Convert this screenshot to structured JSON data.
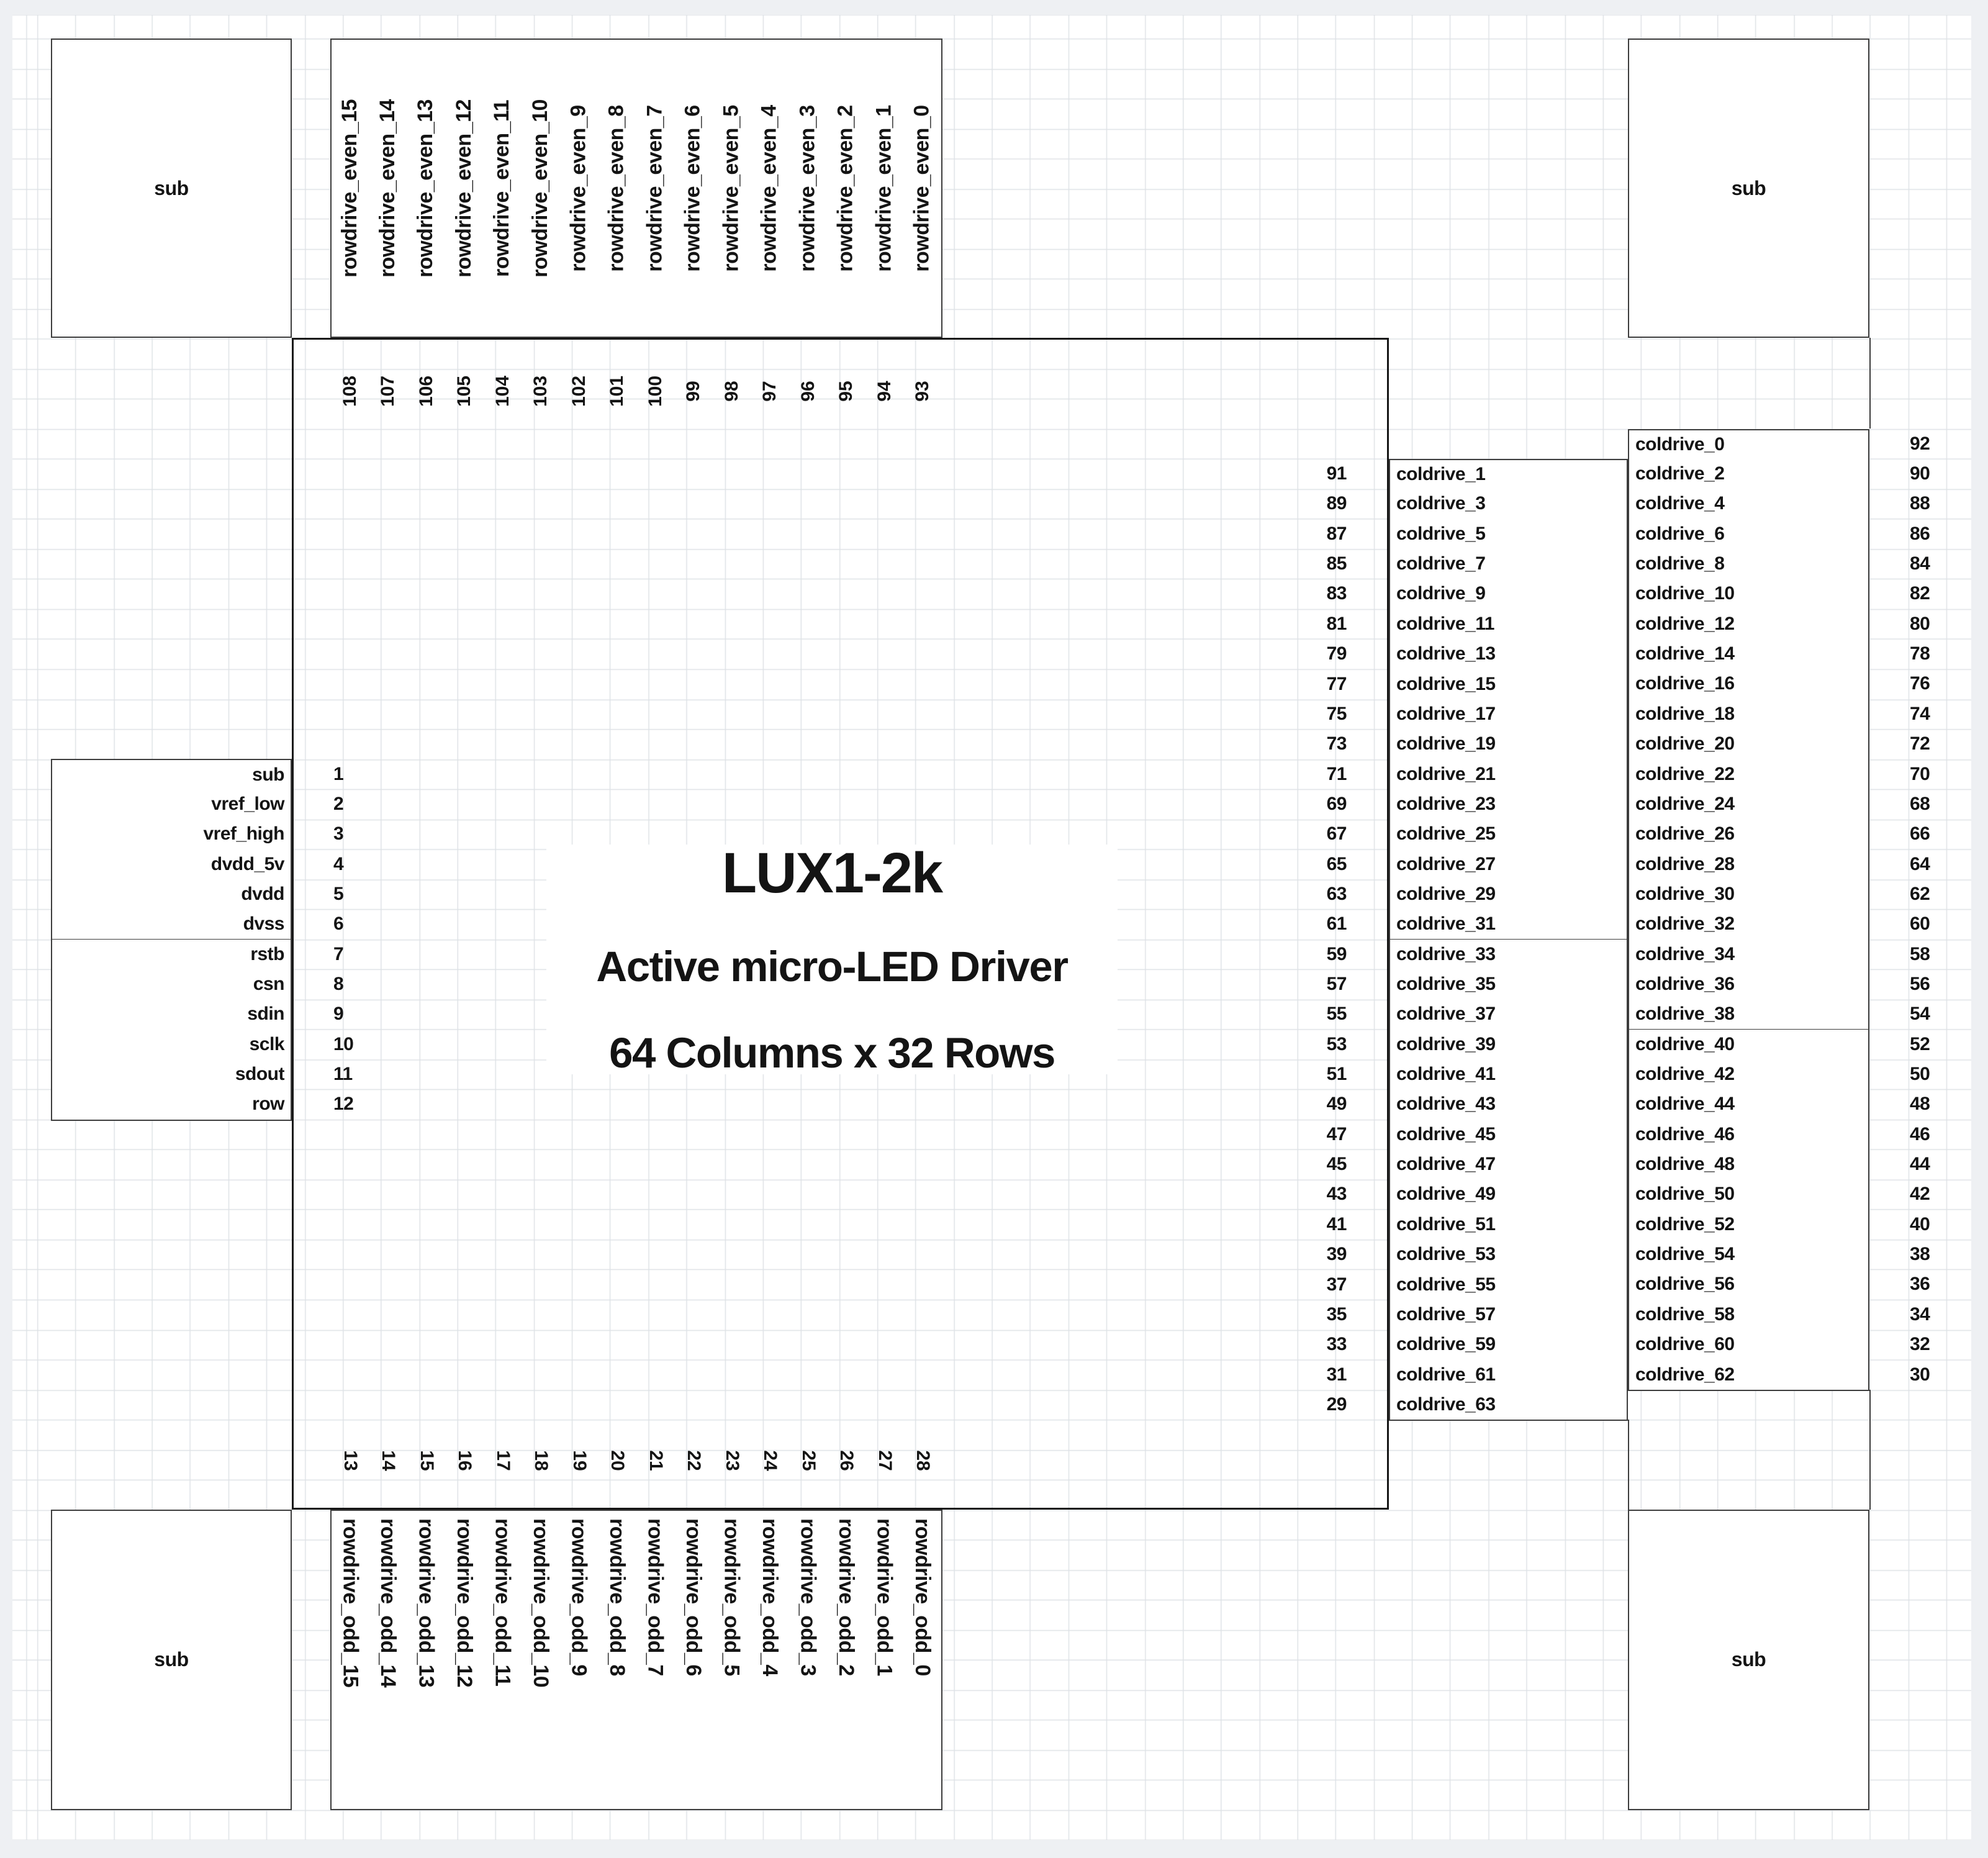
{
  "title": {
    "line1": "LUX1-2k",
    "line2": "Active micro-LED Driver",
    "line3": "64 Columns x 32 Rows"
  },
  "corners": {
    "top_left": "sub",
    "top_right": "sub",
    "bottom_left": "sub",
    "bottom_right": "sub"
  },
  "top_edge": {
    "numbers": [
      "108",
      "107",
      "106",
      "105",
      "104",
      "103",
      "102",
      "101",
      "100",
      "99",
      "98",
      "97",
      "96",
      "95",
      "94",
      "93"
    ],
    "labels": [
      "rowdrive_even_15",
      "rowdrive_even_14",
      "rowdrive_even_13",
      "rowdrive_even_12",
      "rowdrive_even_11",
      "rowdrive_even_10",
      "rowdrive_even_9",
      "rowdrive_even_8",
      "rowdrive_even_7",
      "rowdrive_even_6",
      "rowdrive_even_5",
      "rowdrive_even_4",
      "rowdrive_even_3",
      "rowdrive_even_2",
      "rowdrive_even_1",
      "rowdrive_even_0"
    ]
  },
  "bottom_edge": {
    "numbers": [
      "13",
      "14",
      "15",
      "16",
      "17",
      "18",
      "19",
      "20",
      "21",
      "22",
      "23",
      "24",
      "25",
      "26",
      "27",
      "28"
    ],
    "labels": [
      "rowdrive_odd_15",
      "rowdrive_odd_14",
      "rowdrive_odd_13",
      "rowdrive_odd_12",
      "rowdrive_odd_11",
      "rowdrive_odd_10",
      "rowdrive_odd_9",
      "rowdrive_odd_8",
      "rowdrive_odd_7",
      "rowdrive_odd_6",
      "rowdrive_odd_5",
      "rowdrive_odd_4",
      "rowdrive_odd_3",
      "rowdrive_odd_2",
      "rowdrive_odd_1",
      "rowdrive_odd_0"
    ]
  },
  "left_edge": {
    "labels": [
      "sub",
      "vref_low",
      "vref_high",
      "dvdd_5v",
      "dvdd",
      "dvss",
      "rstb",
      "csn",
      "sdin",
      "sclk",
      "sdout",
      "row"
    ],
    "numbers": [
      "1",
      "2",
      "3",
      "4",
      "5",
      "6",
      "7",
      "8",
      "9",
      "10",
      "11",
      "12"
    ]
  },
  "right_edge_odd": {
    "numbers": [
      "91",
      "89",
      "87",
      "85",
      "83",
      "81",
      "79",
      "77",
      "75",
      "73",
      "71",
      "69",
      "67",
      "65",
      "63",
      "61",
      "59",
      "57",
      "55",
      "53",
      "51",
      "49",
      "47",
      "45",
      "43",
      "41",
      "39",
      "37",
      "35",
      "33",
      "31",
      "29"
    ],
    "labels": [
      "coldrive_1",
      "coldrive_3",
      "coldrive_5",
      "coldrive_7",
      "coldrive_9",
      "coldrive_11",
      "coldrive_13",
      "coldrive_15",
      "coldrive_17",
      "coldrive_19",
      "coldrive_21",
      "coldrive_23",
      "coldrive_25",
      "coldrive_27",
      "coldrive_29",
      "coldrive_31",
      "coldrive_33",
      "coldrive_35",
      "coldrive_37",
      "coldrive_39",
      "coldrive_41",
      "coldrive_43",
      "coldrive_45",
      "coldrive_47",
      "coldrive_49",
      "coldrive_51",
      "coldrive_53",
      "coldrive_55",
      "coldrive_57",
      "coldrive_59",
      "coldrive_61",
      "coldrive_63"
    ]
  },
  "right_edge_even": {
    "labels": [
      "coldrive_0",
      "coldrive_2",
      "coldrive_4",
      "coldrive_6",
      "coldrive_8",
      "coldrive_10",
      "coldrive_12",
      "coldrive_14",
      "coldrive_16",
      "coldrive_18",
      "coldrive_20",
      "coldrive_22",
      "coldrive_24",
      "coldrive_26",
      "coldrive_28",
      "coldrive_30",
      "coldrive_32",
      "coldrive_34",
      "coldrive_36",
      "coldrive_38",
      "coldrive_40",
      "coldrive_42",
      "coldrive_44",
      "coldrive_46",
      "coldrive_48",
      "coldrive_50",
      "coldrive_52",
      "coldrive_54",
      "coldrive_56",
      "coldrive_58",
      "coldrive_60",
      "coldrive_62"
    ],
    "numbers": [
      "92",
      "90",
      "88",
      "86",
      "84",
      "82",
      "80",
      "78",
      "76",
      "74",
      "72",
      "70",
      "68",
      "66",
      "64",
      "62",
      "60",
      "58",
      "56",
      "54",
      "52",
      "50",
      "48",
      "46",
      "44",
      "42",
      "40",
      "38",
      "36",
      "34",
      "32",
      "30"
    ]
  },
  "colors": {
    "text": "#141414",
    "cell_border": "#3d3d3d",
    "chip_border": "#161616",
    "gridline": "#dee2e6",
    "margin_bg": "#eef0f3",
    "sheet_bg": "#ffffff"
  }
}
